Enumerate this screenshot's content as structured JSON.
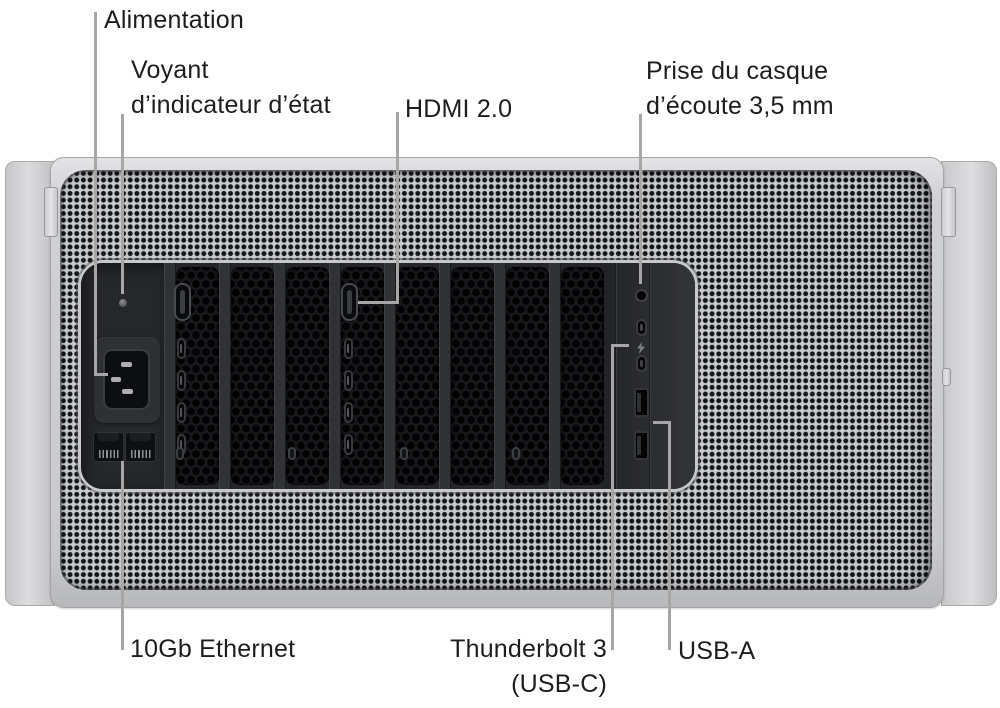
{
  "callouts": {
    "power": {
      "label": "Alimentation"
    },
    "status_light": {
      "line1": "Voyant",
      "line2": "d’indicateur d’état"
    },
    "hdmi": {
      "label": "HDMI 2.0"
    },
    "headphone": {
      "line1": "Prise du casque",
      "line2": "d’écoute 3,5 mm"
    },
    "ethernet": {
      "label": "10Gb Ethernet"
    },
    "thunderbolt": {
      "line1": "Thunderbolt 3",
      "line2": "(USB-C)"
    },
    "usb_a": {
      "label": "USB-A"
    }
  },
  "ports": {
    "power_led": "status-indicator-light",
    "power_socket": "ac-power-inlet",
    "ethernet": [
      "10gb-ethernet-port-1",
      "10gb-ethernet-port-2"
    ],
    "hdmi": [
      "hdmi-2.0-port-1",
      "hdmi-2.0-port-2"
    ],
    "thunderbolt": [
      "thunderbolt-3-usb-c-port-1",
      "thunderbolt-3-usb-c-port-2"
    ],
    "usb_a": [
      "usb-a-port-1",
      "usb-a-port-2"
    ],
    "headphone_jack": "3.5mm-headphone-jack",
    "thunderbolt_icon": "lightning-bolt-glyph"
  },
  "colors": {
    "label_text": "#1d1d1f",
    "callout_line": "#a6a6a6",
    "chassis_silver": "#cfd0d2",
    "grille_hole": "#141517",
    "io_panel_dark": "#232528"
  }
}
